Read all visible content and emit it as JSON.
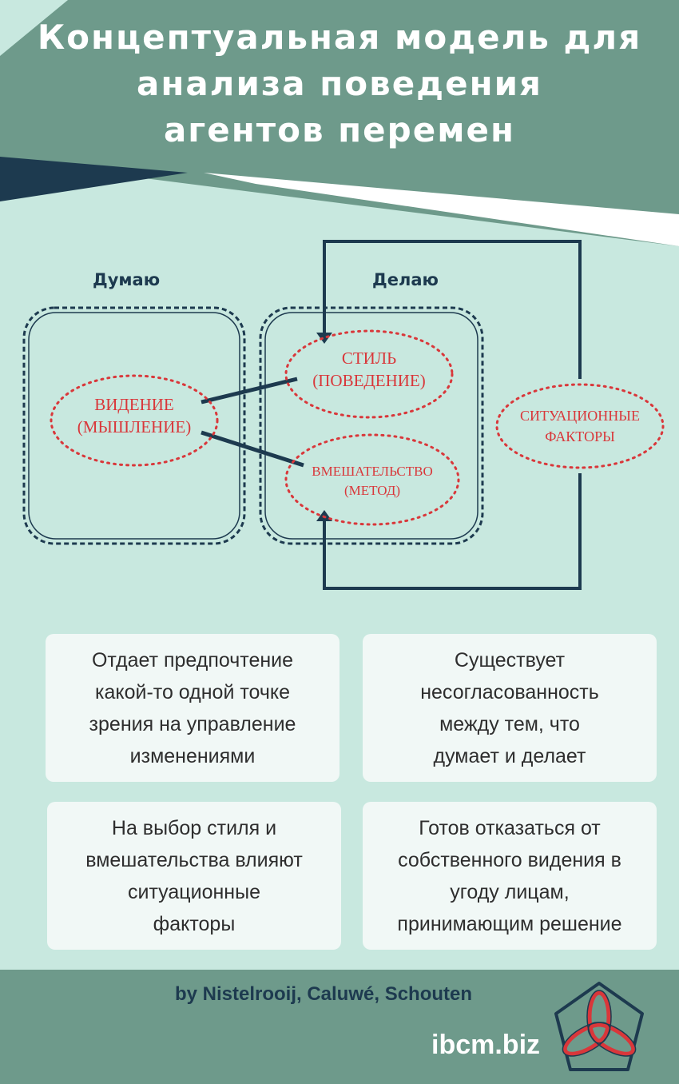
{
  "title_lines": [
    "Концептуальная модель для",
    "анализа поведения",
    "агентов перемен"
  ],
  "labels": {
    "think": "Думаю",
    "do": "Делаю"
  },
  "ovals": {
    "vision": [
      "ВИДЕНИЕ",
      "(МЫШЛЕНИЕ)"
    ],
    "style": [
      "СТИЛЬ",
      "(ПОВЕДЕНИЕ)"
    ],
    "intervention": [
      "ВМЕШАТЕЛЬСТВО",
      "(МЕТОД)"
    ],
    "situational": [
      "СИТУАЦИОННЫЕ",
      "ФАКТОРЫ"
    ]
  },
  "cards": [
    [
      "Отдает предпочтение",
      "какой-то одной точке",
      "зрения на управление",
      "изменениями"
    ],
    [
      "Существует",
      "несогласованность",
      "между тем, что",
      "думает и делает"
    ],
    [
      "На выбор стиля и",
      "вмешательства влияют",
      "ситуационные",
      "факторы"
    ],
    [
      "Готов отказаться от",
      "собственного видения в",
      "угоду лицам,",
      "принимающим решение"
    ]
  ],
  "credit": "by Nistelrooij, Caluwé, Schouten",
  "site": "ibcm.biz",
  "colors": {
    "background": "#c8e8df",
    "header": "#6e9a8b",
    "dark": "#1d3a4f",
    "accent_red": "#d9373a",
    "card": "#f1f8f6"
  }
}
